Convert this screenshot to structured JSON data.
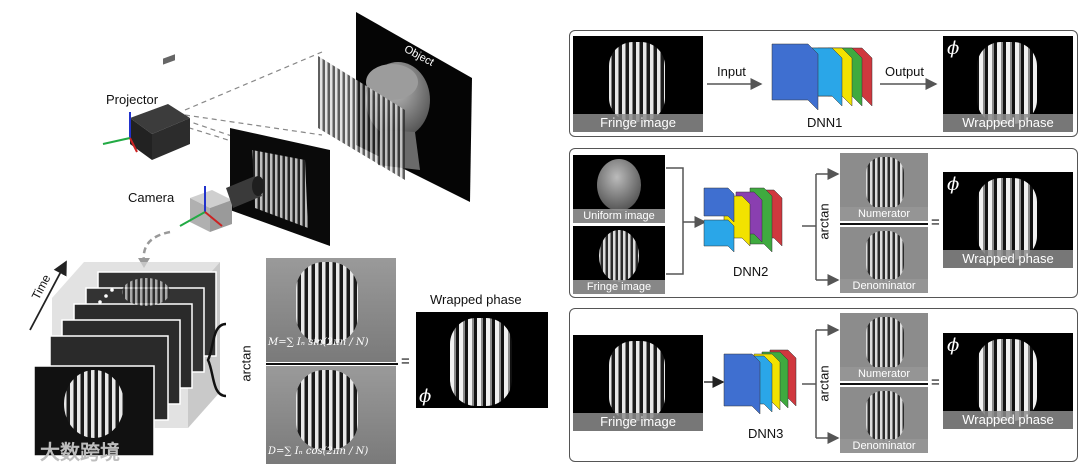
{
  "left": {
    "projector_label": "Projector",
    "camera_label": "Camera",
    "object_label": "Object",
    "time_label": "Time",
    "arctan_label": "arctan",
    "numerator_formula": "M=∑ Iₙ sin(2πn / N)",
    "denominator_formula": "D=∑ Iₙ cos(2πn / N)",
    "equals": "=",
    "wrapped_phase_title": "Wrapped phase",
    "phi_symbol": "ϕ",
    "watermark": "大数跨境"
  },
  "dnn1": {
    "input_caption": "Fringe image",
    "input_arrow_label": "Input",
    "network_label": "DNN1",
    "output_arrow_label": "Output",
    "output_caption": "Wrapped phase",
    "phi_symbol": "ϕ"
  },
  "dnn2": {
    "input1_caption": "Uniform image",
    "input2_caption": "Fringe image",
    "network_label": "DNN2",
    "arctan_label": "arctan",
    "numerator_caption": "Numerator",
    "denominator_caption": "Denominator",
    "equals": "=",
    "output_caption": "Wrapped phase",
    "phi_symbol": "ϕ"
  },
  "dnn3": {
    "input_caption": "Fringe image",
    "network_label": "DNN3",
    "arctan_label": "arctan",
    "numerator_caption": "Numerator",
    "denominator_caption": "Denominator",
    "equals": "=",
    "output_caption": "Wrapped phase",
    "phi_symbol": "ϕ"
  },
  "colors": {
    "layer_blue": "#3f6fd0",
    "layer_cyan": "#2aa6e8",
    "layer_yellow": "#f2e200",
    "layer_purple": "#8a3fb0",
    "layer_green": "#3faa3f",
    "layer_red": "#d0383e",
    "frame_gray": "#555555"
  }
}
